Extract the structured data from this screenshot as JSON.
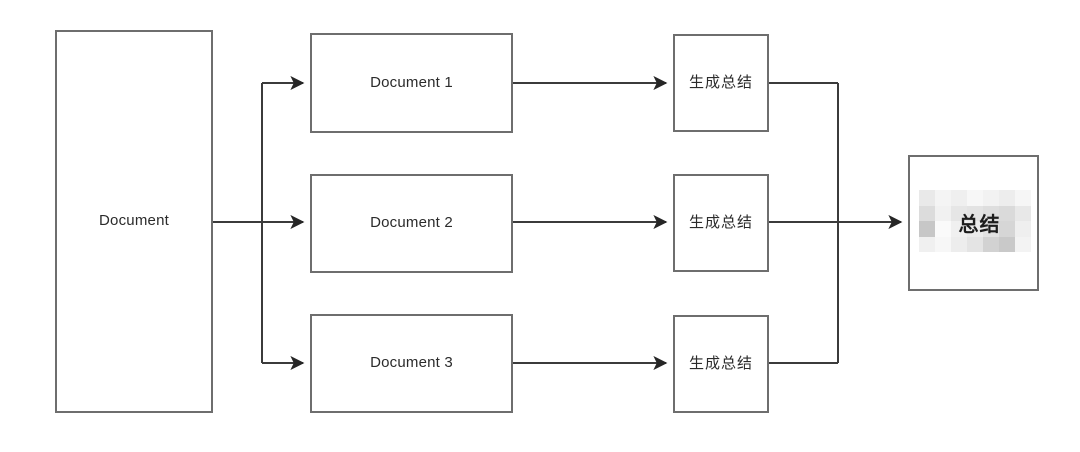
{
  "diagram": {
    "type": "flowchart",
    "title": "",
    "background_color": "#ffffff",
    "node_border_color": "#6e6e6e",
    "edge_color": "#3b3b3b",
    "text_color": "#2b2b2b",
    "nodes": [
      {
        "id": "source",
        "label": "Document"
      },
      {
        "id": "doc1",
        "label": "Document 1"
      },
      {
        "id": "doc2",
        "label": "Document 2"
      },
      {
        "id": "doc3",
        "label": "Document 3"
      },
      {
        "id": "sum1",
        "label": "生成总结"
      },
      {
        "id": "sum2",
        "label": "生成总结"
      },
      {
        "id": "sum3",
        "label": "生成总结"
      },
      {
        "id": "final",
        "label": "总结"
      }
    ],
    "edges": [
      {
        "from": "source",
        "to": "doc1",
        "style": "orthogonal-arrow"
      },
      {
        "from": "source",
        "to": "doc2",
        "style": "straight-arrow"
      },
      {
        "from": "source",
        "to": "doc3",
        "style": "orthogonal-arrow"
      },
      {
        "from": "doc1",
        "to": "sum1",
        "style": "straight-arrow"
      },
      {
        "from": "doc2",
        "to": "sum2",
        "style": "straight-arrow"
      },
      {
        "from": "doc3",
        "to": "sum3",
        "style": "straight-arrow"
      },
      {
        "from": "sum1",
        "to": "final",
        "style": "orthogonal-merge"
      },
      {
        "from": "sum2",
        "to": "final",
        "style": "straight-arrow"
      },
      {
        "from": "sum3",
        "to": "final",
        "style": "orthogonal-merge"
      }
    ],
    "final_node": {
      "label": "总结",
      "has_mosaic_redaction": true,
      "mosaic_tiles": [
        "#e9e9e9",
        "#f4f4f4",
        "#efefef",
        "#f7f7f7",
        "#f2f2f2",
        "#ededed",
        "#f6f6f6",
        "#dcdcdc",
        "#f1f1f1",
        "#e6e6e6",
        "#e3e3e3",
        "#dedede",
        "#dadada",
        "#e8e8e8",
        "#c7c7c7",
        "#fafafa",
        "#f0f0f0",
        "#ebebeb",
        "#e2e2e2",
        "#d6d6d6",
        "#efefef",
        "#f0f0f0",
        "#f7f7f7",
        "#ededed",
        "#e4e4e4",
        "#d2d2d2",
        "#c9c9c9",
        "#f3f3f3"
      ]
    }
  }
}
